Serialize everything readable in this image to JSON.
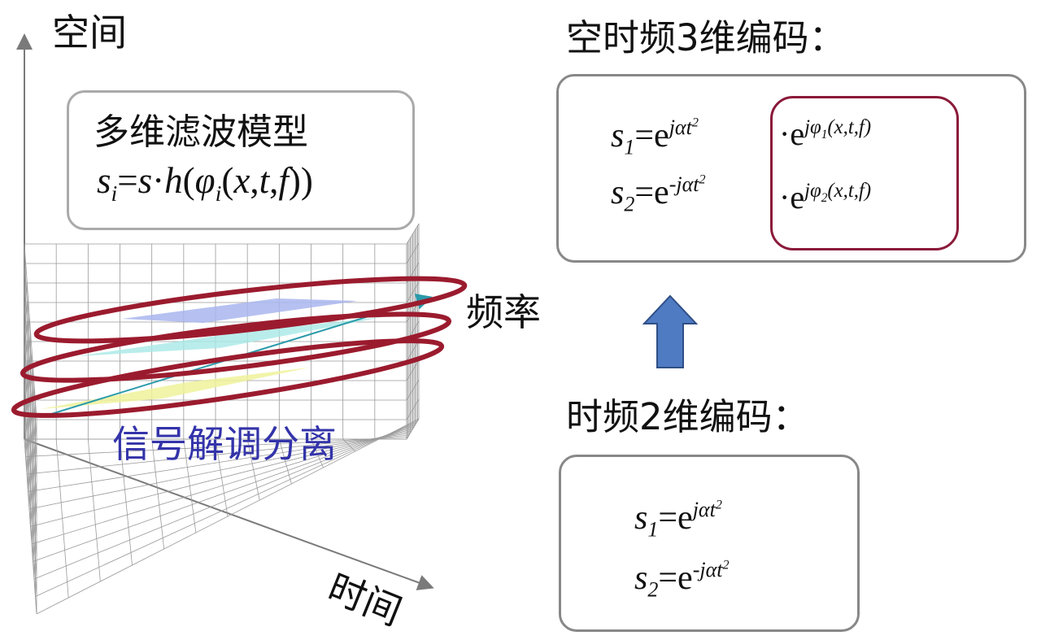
{
  "labels": {
    "space_axis": "空间",
    "time_axis": "时间",
    "freq_axis": "频率",
    "demod": "信号解调分离"
  },
  "filter_model": {
    "title": "多维滤波模型",
    "lhs_var": "s",
    "lhs_sub": "i",
    "eq": "=",
    "s": "s",
    "dot": "·",
    "h": "h",
    "lparen": "(",
    "phi": "φ",
    "phi_sub": "i",
    "args_open": "(",
    "x": "x",
    "t": "t",
    "f": "f",
    "comma": ",",
    "close": "))"
  },
  "code3": {
    "title": "空时频3维编码：",
    "s1": {
      "var": "s",
      "sub": "1",
      "eq": "=e",
      "exp": "jαt",
      "exp_pow": "2"
    },
    "s2": {
      "var": "s",
      "sub": "2",
      "eq": "=e",
      "exp": "-jαt",
      "exp_pow": "2"
    },
    "f1": {
      "dot": "·e",
      "exp": "jφ",
      "exp_sub": "1",
      "args": "(x,t,f)"
    },
    "f2": {
      "dot": "·e",
      "exp": "jφ",
      "exp_sub": "2",
      "args": "(x,t,f)"
    }
  },
  "code2": {
    "title": "时频2维编码：",
    "s1": {
      "var": "s",
      "sub": "1",
      "eq": "=e",
      "exp": "jαt",
      "exp_pow": "2"
    },
    "s2": {
      "var": "s",
      "sub": "2",
      "eq": "=e",
      "exp": "-jαt",
      "exp_pow": "2"
    }
  },
  "colors": {
    "ellipse": "#9b1b2e",
    "arrow_fill": "#4f7bc3",
    "arrow_stroke": "#2f4f86",
    "demod_text": "#3333aa",
    "box_border": "#888888",
    "phi_box_border": "#8b1a3a"
  }
}
